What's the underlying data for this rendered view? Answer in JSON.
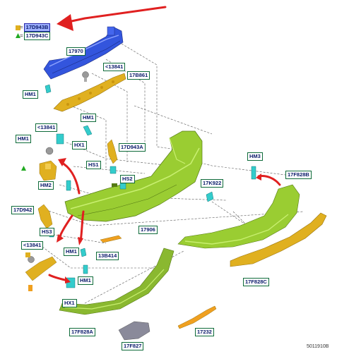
{
  "legend": [
    {
      "symbol": "square",
      "color": "#e0b020",
      "code": "17D943B"
    },
    {
      "symbol": "triangle",
      "color": "#22aa22",
      "code": "17D943C"
    }
  ],
  "callouts": {
    "reinforcement": "17970",
    "bracket_upper": "17B861",
    "bolt_upper": "<13841",
    "hm1_left": "HM1",
    "hm1_center": "HM1",
    "bolt_mid": "<13841",
    "hm1_mid": "HM1",
    "hx1_mid": "HX1",
    "bracket_side": "17D943A",
    "hs1": "HS1",
    "hs2": "HS2",
    "hm2": "HM2",
    "bracket_lower_left": "17D942",
    "hs3": "HS3",
    "bolt_lower": "<13841",
    "hm1_lower_a": "HM1",
    "hm1_lower_b": "HM1",
    "hx1_lower": "HX1",
    "strip": "13B414",
    "bumper_cover": "17906",
    "clip_k922": "17K922",
    "hm3": "HM3",
    "valance_upper": "17F828B",
    "valance_rear": "17F828C",
    "valance_lower": "17F828A",
    "diffuser": "17F827",
    "moulding": "17232"
  },
  "figure_code": "5011910B",
  "colors": {
    "highlight": "#9fb2ff",
    "arrow": "#e02020",
    "bumper": "#9acd32",
    "reinforcement": "#3355dd",
    "bracket": "#e0b020",
    "clip": "#33cccc"
  }
}
